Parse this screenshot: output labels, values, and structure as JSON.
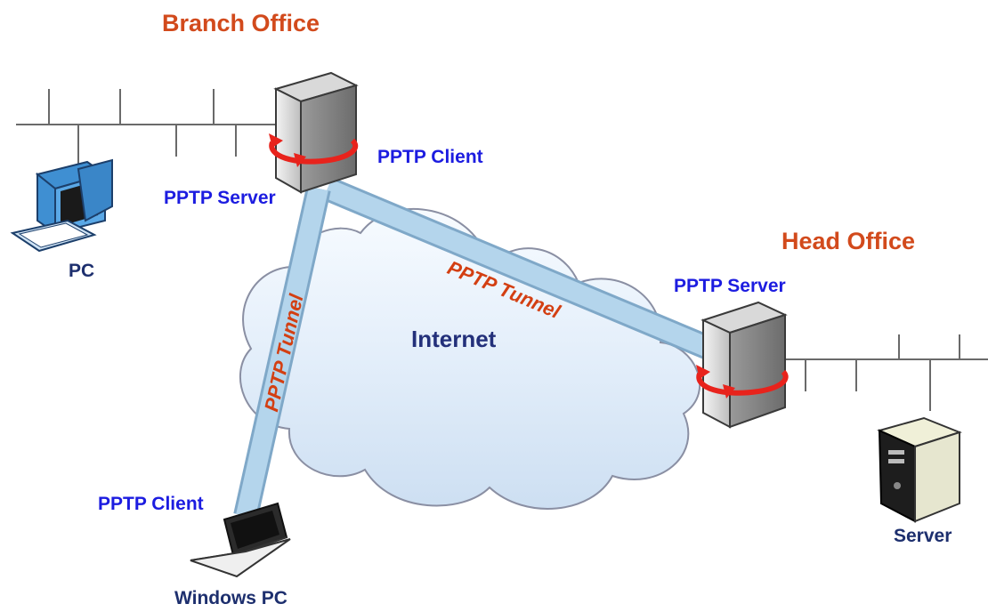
{
  "offices": {
    "branch": "Branch Office",
    "head": "Head Office"
  },
  "roles": {
    "branch_client": "PPTP Client",
    "branch_server": "PPTP Server",
    "head_server": "PPTP Server",
    "laptop_client": "PPTP Client"
  },
  "devices": {
    "pc": "PC",
    "windows_pc": "Windows PC",
    "server": "Server"
  },
  "network": {
    "internet": "Internet"
  },
  "tunnels": {
    "vertical": "PPTP Tunnel",
    "diagonal": "PPTP Tunnel"
  },
  "colors": {
    "office_label": "#d24a1c",
    "role_label": "#1c1ce0",
    "tunnel_label": "#d33f12",
    "tunnel_pipe": "#a9cde6",
    "cloud_fill": "#dde9f6",
    "cloud_stroke": "#8a8fa3",
    "vpn_arrow": "#e8231c"
  },
  "icons": {
    "router": "vpn-router-icon",
    "pc": "desktop-pc-icon",
    "laptop": "laptop-icon",
    "server": "tower-server-icon"
  }
}
